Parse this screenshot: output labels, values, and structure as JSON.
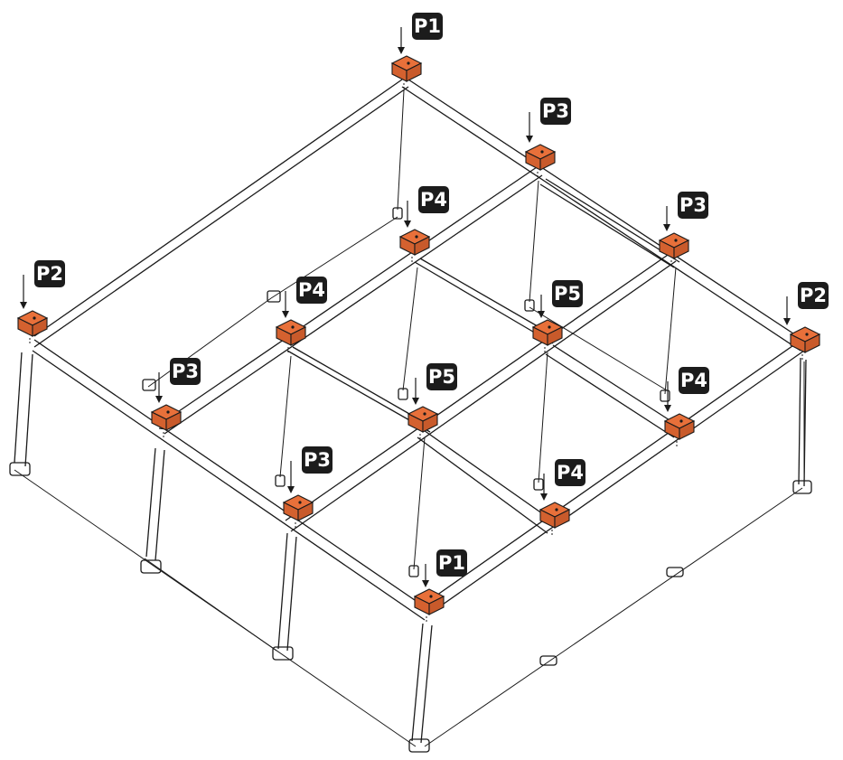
{
  "diagram": {
    "accent_color": "#E8703A",
    "edge_color": "#1a1a1a",
    "labels": [
      {
        "id": "top-back",
        "text": "P1"
      },
      {
        "id": "front-bottom",
        "text": "P1"
      },
      {
        "id": "left-outer",
        "text": "P2"
      },
      {
        "id": "right-outer",
        "text": "P2"
      },
      {
        "id": "back-rail-mid",
        "text": "P3"
      },
      {
        "id": "back-right",
        "text": "P3"
      },
      {
        "id": "left-rail-front",
        "text": "P3"
      },
      {
        "id": "front-left-mid",
        "text": "P3"
      },
      {
        "id": "center-back",
        "text": "P4"
      },
      {
        "id": "left-rail-mid",
        "text": "P4"
      },
      {
        "id": "right-cell",
        "text": "P4"
      },
      {
        "id": "front-mid",
        "text": "P4"
      },
      {
        "id": "center-right",
        "text": "P5"
      },
      {
        "id": "center",
        "text": "P5"
      }
    ]
  }
}
